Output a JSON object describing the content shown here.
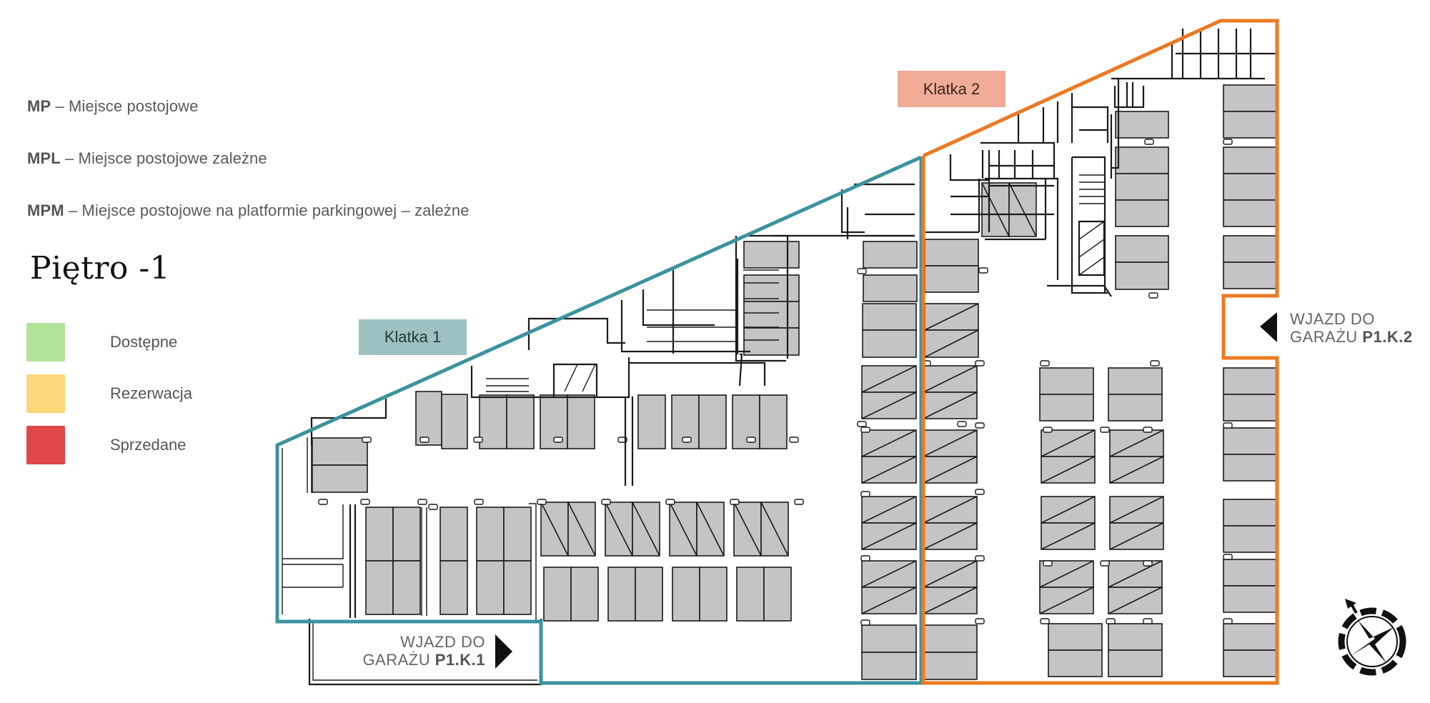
{
  "abbreviations": [
    {
      "code": "MP",
      "separator": " – ",
      "description": "Miejsce postojowe"
    },
    {
      "code": "MPL",
      "separator": " – ",
      "description": "Miejsce postojowe zależne"
    },
    {
      "code": "MPM",
      "separator": " – ",
      "description": "Miejsce postojowe na platformie parkingowej – zależne"
    }
  ],
  "floor": {
    "title": "Piętro -1"
  },
  "legend": [
    {
      "label": "Dostępne",
      "color": "#b3e39b"
    },
    {
      "label": "Rezerwacja",
      "color": "#fcd67a"
    },
    {
      "label": "Sprzedane",
      "color": "#e0474c"
    }
  ],
  "stairwells": [
    {
      "label": "Klatka 1",
      "outline_color": "#3c93a0",
      "badge_color": "#9cc1c0"
    },
    {
      "label": "Klatka 2",
      "outline_color": "#ee7a22",
      "badge_color": "#f1ac98"
    }
  ],
  "entrances": [
    {
      "line1": "WJAZD DO",
      "line2_prefix": "GARAŻU ",
      "code": "P1.K.1",
      "arrow": "right"
    },
    {
      "line1": "WJAZD DO",
      "line2_prefix": "GARAŻU ",
      "code": "P1.K.2",
      "arrow": "left"
    }
  ],
  "compass": {
    "icon": "compass-rose-icon",
    "north_arrow": "up-left"
  }
}
